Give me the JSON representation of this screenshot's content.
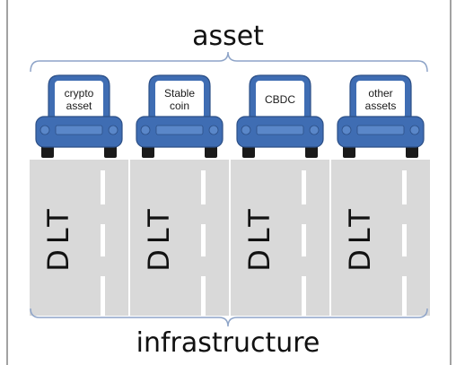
{
  "diagram": {
    "top_label": "asset",
    "bottom_label": "infrastructure",
    "lanes": [
      {
        "car_label_lines": [
          "crypto",
          "asset"
        ],
        "road_label": "DLT"
      },
      {
        "car_label_lines": [
          "Stable",
          "coin"
        ],
        "road_label": "DLT"
      },
      {
        "car_label_lines": [
          "CBDC"
        ],
        "road_label": "DLT"
      },
      {
        "car_label_lines": [
          "other",
          "assets"
        ],
        "road_label": "DLT"
      }
    ],
    "colors": {
      "car_body": "#3f6db3",
      "car_outline": "#2c4f86",
      "road": "#d9d9d9",
      "lane_marking": "#ffffff",
      "tire": "#1a1a1a",
      "bracket": "#8ea4c8"
    }
  }
}
